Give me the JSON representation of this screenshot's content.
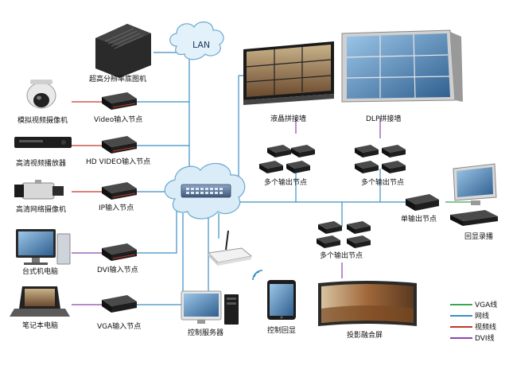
{
  "cloud_labels": {
    "lan": "LAN"
  },
  "devices": {
    "super_res_card": "超高分辨率底图机",
    "analog_camera": "模拟视频摄像机",
    "hd_player": "高清视频播放器",
    "hd_network_camera": "高清网络摄像机",
    "desktop_pc": "台式机电脑",
    "laptop": "笔记本电脑",
    "video_input_node": "Video输入节点",
    "hd_video_input_node": "HD VIDEO输入节点",
    "ip_input_node": "IP输入节点",
    "dvi_input_node": "DVI输入节点",
    "vga_input_node": "VGA输入节点",
    "lcd_splice_wall": "液晶拼接墙",
    "dlp_splice_wall": "DLP拼接墙",
    "multi_output_node_1": "多个输出节点",
    "multi_output_node_2": "多个输出节点",
    "multi_output_node_3": "多个输出节点",
    "single_output_node": "单输出节点",
    "playback_recorder": "回显录播",
    "control_server": "控制服务器",
    "control_tablet": "控制回显",
    "projection_screen": "投影融合屏"
  },
  "legend": [
    {
      "label": "VGA线",
      "color": "#3aa655"
    },
    {
      "label": "网线",
      "color": "#3b8fc4"
    },
    {
      "label": "视频线",
      "color": "#c0392b"
    },
    {
      "label": "DVI线",
      "color": "#8e44ad"
    }
  ],
  "colors": {
    "network": "#3b8fc4",
    "video": "#c0392b",
    "dvi": "#8e44ad",
    "vga": "#3aa655",
    "cloud": "#d9ecf7",
    "cloud_stroke": "#6aa8cf",
    "device_dark": "#1b1b1b"
  }
}
